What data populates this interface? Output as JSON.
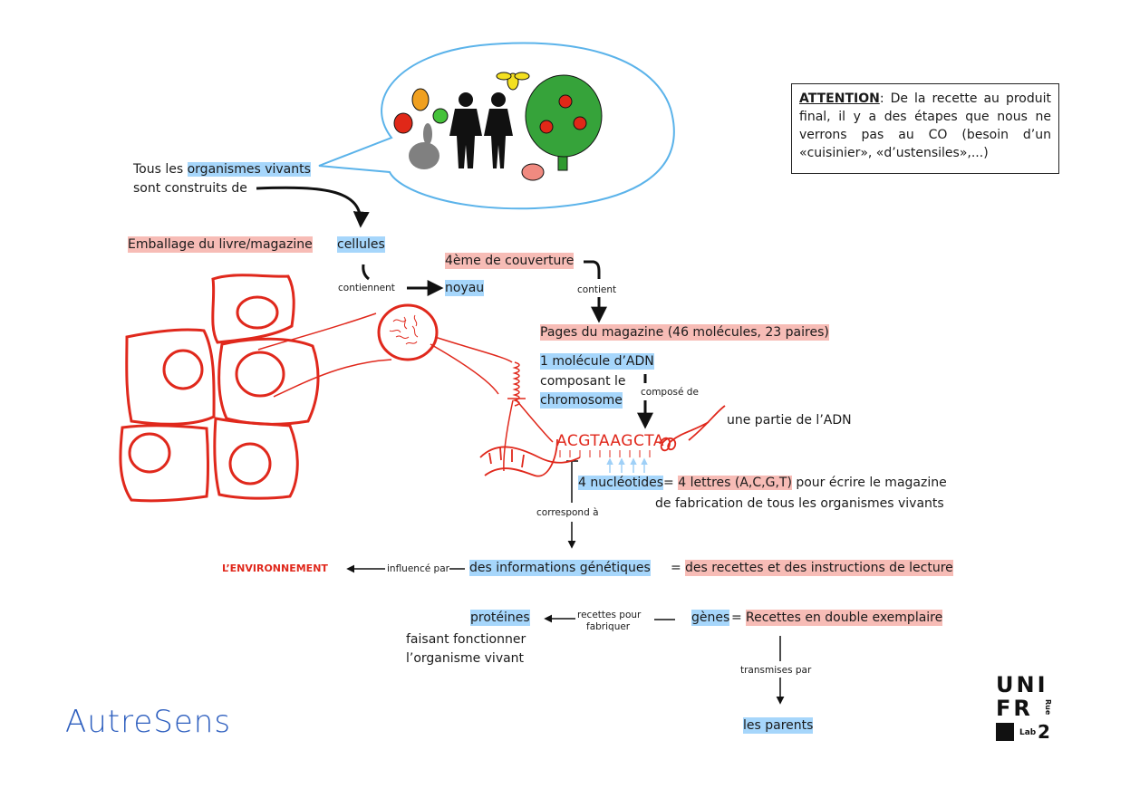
{
  "speech_bubble": {
    "icons": [
      "pear-icon",
      "apple-green-icon",
      "strawberry-icon",
      "rabbit-icon",
      "man-silhouette-icon",
      "woman-silhouette-icon",
      "bee-icon",
      "apple-tree-icon",
      "hen-icon"
    ]
  },
  "intro": {
    "prefix": "Tous les ",
    "highlight": "organismes vivants",
    "line2": "sont construits de"
  },
  "attention": {
    "title": "ATTENTION",
    "text": ": De la recette au produit final, il y a des étapes que nous ne verrons pas au CO (besoin d’un «cuisinier», «d’ustensiles»,...)"
  },
  "nodes": {
    "emballage": "Emballage du livre/magazine",
    "cellules": "cellules",
    "contiennent": "contiennent",
    "noyau": "noyau",
    "quatrieme": "4ème de couverture",
    "contient": "contient",
    "pages": "Pages du magazine (46 molécules, 23 paires)",
    "molecule": "1 molécule d’ADN",
    "composant": "composant le",
    "chromosome": "chromosome",
    "compose_de": "composé de",
    "partie_adn": "une partie de l’ADN",
    "sequence": "ACGTAAGCTA",
    "nucleotides": "4 nucléotides",
    "equals1": "= ",
    "lettres": "4 lettres (A,C,G,T)",
    "lettres_suite": " pour écrire le magazine",
    "lettres_line2": "de fabrication de tous les organismes vivants",
    "correspond": "correspond à",
    "environnement": "L’ENVIRONNEMENT",
    "influence": "influencé par",
    "infos": "des informations génétiques",
    "equals2": "=",
    "recettes_instr": "des recettes et des instructions de lecture",
    "proteines": "protéines",
    "faisant": "faisant fonctionner",
    "organisme": "l’organisme vivant",
    "recettes_pour": "recettes pour",
    "fabriquer": "fabriquer",
    "genes": "gènes",
    "equals3": "=",
    "double": "Recettes en double exemplaire",
    "transmises": "transmises par",
    "parents": "les parents"
  },
  "logos": {
    "left": "AutreSens",
    "unifr_line1": "UNI",
    "unifr_line2": "FR",
    "unifr_rue": "Rue",
    "unifr_lab": "Lab",
    "unifr_num": "2"
  },
  "colors": {
    "highlight_blue": "#a6d6fb",
    "highlight_red": "#f7bcb6",
    "drawing_red": "#e0281c",
    "bubble_blue": "#5bb3ea",
    "logo_blue": "#2e5fbf"
  }
}
